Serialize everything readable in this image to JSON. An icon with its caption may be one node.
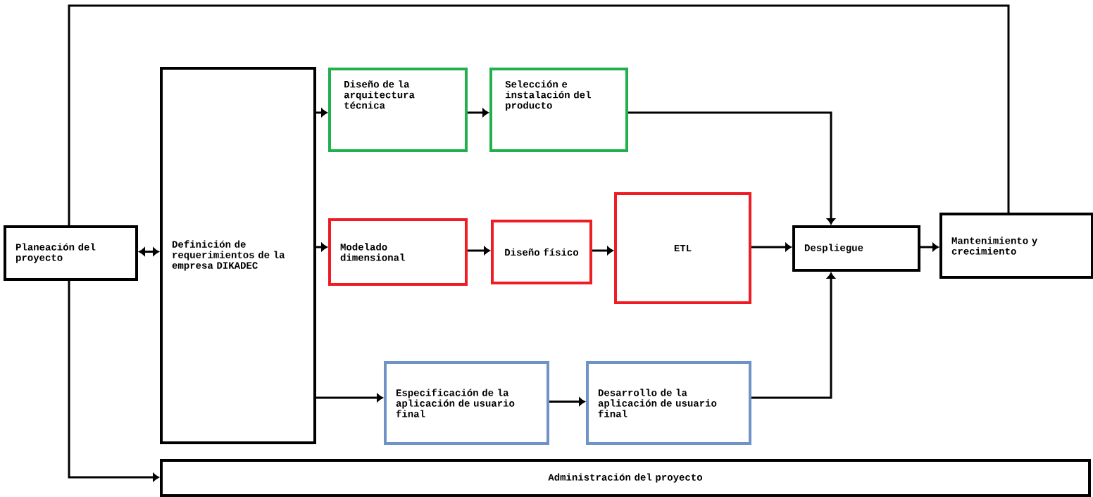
{
  "diagram": {
    "nodes": [
      {
        "text": [
          "Planeación del proyecto"
        ]
      },
      {
        "text": [
          "Definición de requerimientos de la empresa DIKADEC"
        ]
      },
      {
        "text": [
          "Diseño de la arquitectura técnica"
        ]
      },
      {
        "text": [
          "Selección e instalación del producto"
        ]
      },
      {
        "text": [
          "Modelado dimensional"
        ]
      },
      {
        "text": [
          "Diseño físico"
        ]
      },
      {
        "text": [
          "ETL"
        ]
      },
      {
        "text": [
          "Despliegue"
        ]
      },
      {
        "text": [
          "Mantenimiento y crecimiento"
        ]
      },
      {
        "text": [
          "Especificación de la aplicación de usuario final"
        ]
      },
      {
        "text": [
          "Desarrollo de la aplicación de usuario final"
        ]
      },
      {
        "text": [
          "Administración del proyecto"
        ]
      }
    ],
    "edges": [
      {
        "from": 0,
        "to": 1,
        "arrow": "both"
      },
      {
        "from": 1,
        "to": 2,
        "arrow": "to"
      },
      {
        "from": 2,
        "to": 3,
        "arrow": "to"
      },
      {
        "from": 1,
        "to": 4,
        "arrow": "to"
      },
      {
        "from": 4,
        "to": 5,
        "arrow": "to"
      },
      {
        "from": 5,
        "to": 6,
        "arrow": "to"
      },
      {
        "from": 1,
        "to": 9,
        "arrow": "to"
      },
      {
        "from": 9,
        "to": 10,
        "arrow": "to"
      },
      {
        "from": 3,
        "to": 7,
        "arrow": "to"
      },
      {
        "from": 6,
        "to": 7,
        "arrow": "to"
      },
      {
        "from": 10,
        "to": 7,
        "arrow": "to"
      },
      {
        "from": 7,
        "to": 8,
        "arrow": "to"
      },
      {
        "from": 8,
        "to": 0,
        "arrow": "none"
      },
      {
        "from": 0,
        "to": 11,
        "arrow": "to"
      }
    ]
  }
}
